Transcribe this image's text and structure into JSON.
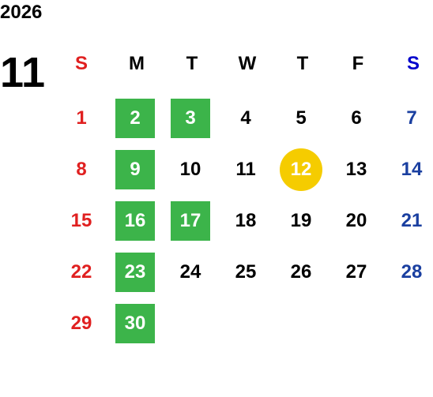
{
  "calendar": {
    "year": "2026",
    "month": "11",
    "weekdays": [
      "S",
      "M",
      "T",
      "W",
      "T",
      "F",
      "S"
    ],
    "weeks": [
      [
        "1",
        "2",
        "3",
        "4",
        "5",
        "6",
        "7"
      ],
      [
        "8",
        "9",
        "10",
        "11",
        "12",
        "13",
        "14"
      ],
      [
        "15",
        "16",
        "17",
        "18",
        "19",
        "20",
        "21"
      ],
      [
        "22",
        "23",
        "24",
        "25",
        "26",
        "27",
        "28"
      ],
      [
        "29",
        "30",
        "",
        "",
        "",
        "",
        ""
      ]
    ],
    "highlighted_days": [
      "2",
      "3",
      "9",
      "16",
      "17",
      "23",
      "30"
    ],
    "today": "12"
  },
  "colors": {
    "sunday": "#e02020",
    "saturday": "#1a3fa0",
    "saturday_header": "#0000cc",
    "highlight": "#3cb44a",
    "today": "#f5cc00"
  }
}
